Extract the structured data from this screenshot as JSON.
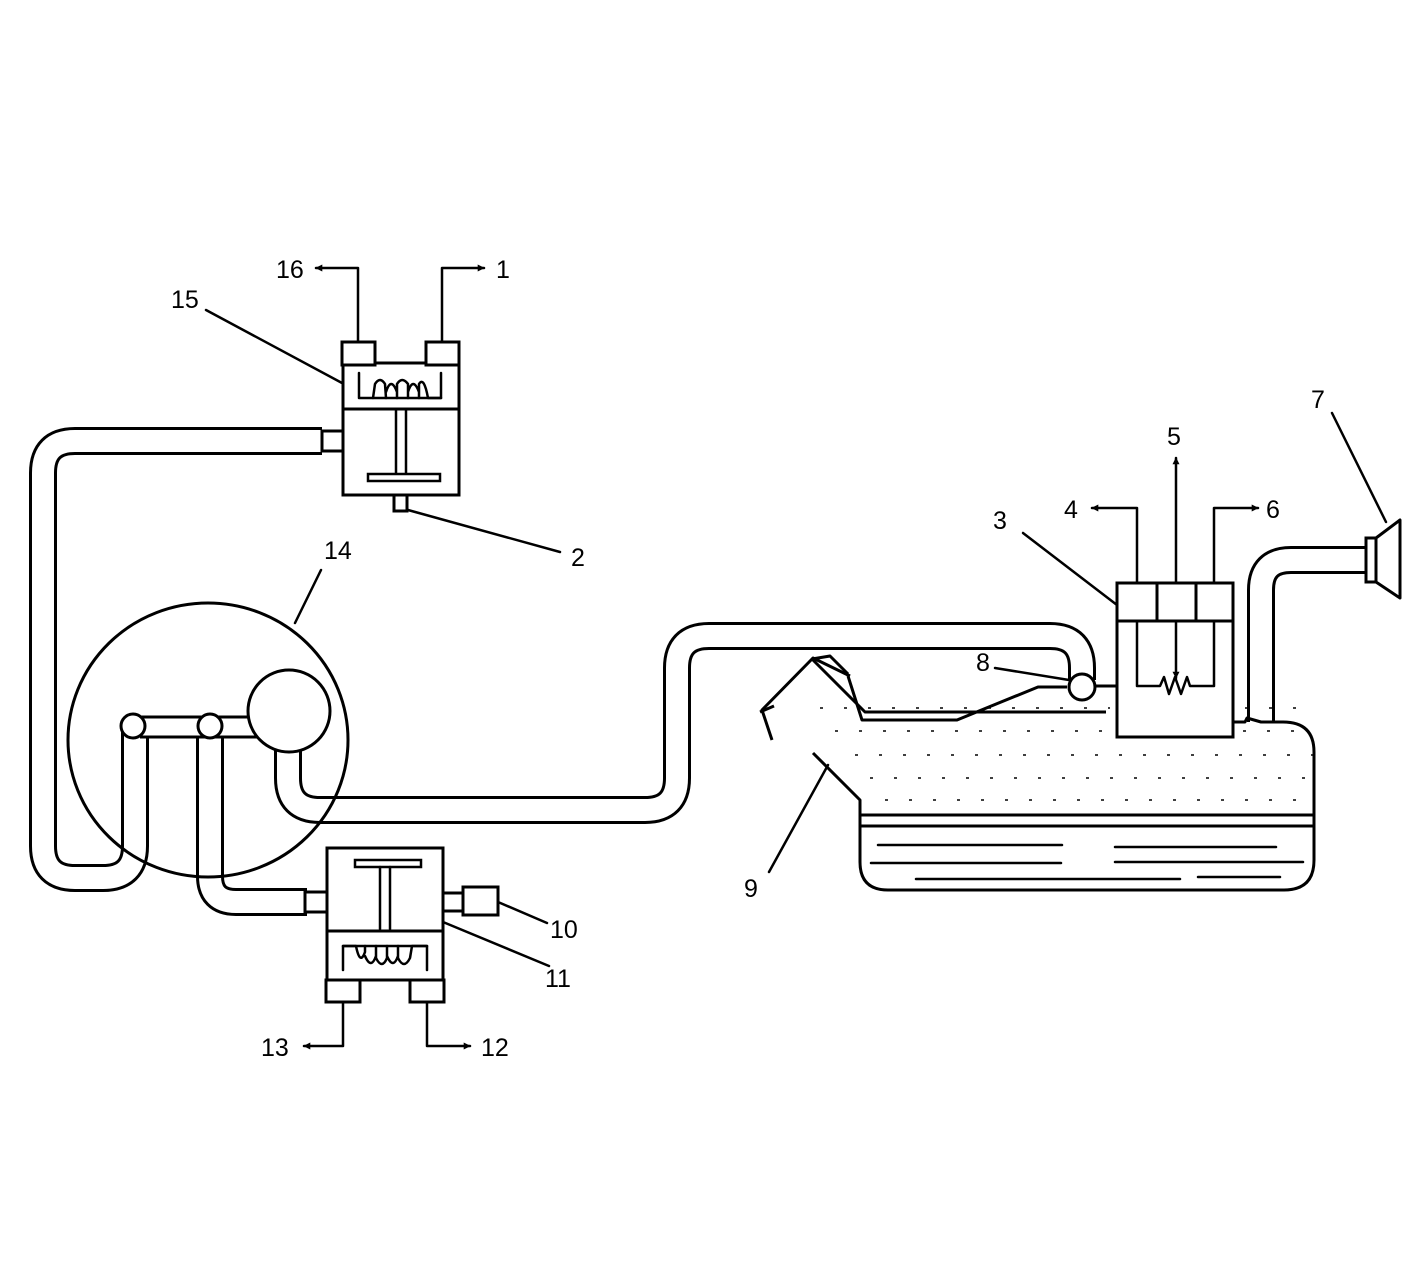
{
  "callouts": {
    "n1": "1",
    "n2": "2",
    "n3": "3",
    "n4": "4",
    "n5": "5",
    "n6": "6",
    "n7": "7",
    "n8": "8",
    "n9": "9",
    "n10": "10",
    "n11": "11",
    "n12": "12",
    "n13": "13",
    "n14": "14",
    "n15": "15",
    "n16": "16"
  },
  "colors": {
    "line": "#000000",
    "background": "#ffffff"
  }
}
